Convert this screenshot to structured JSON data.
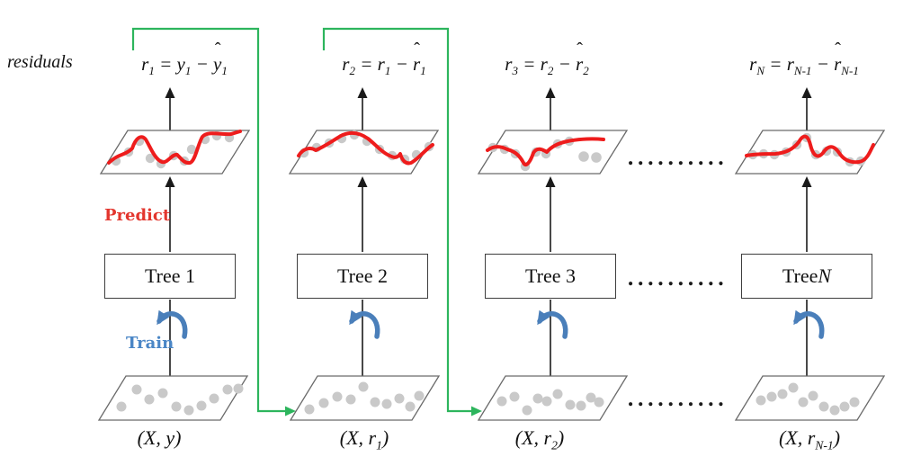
{
  "residuals_label": "residuals",
  "predict_label": "Predict",
  "train_label": "Train",
  "ellipsis": "..........",
  "columns": [
    {
      "formula": [
        {
          "t": "r"
        },
        {
          "t": "1",
          "sub": true
        },
        {
          "t": " = "
        },
        {
          "t": "y"
        },
        {
          "t": "1",
          "sub": true
        },
        {
          "t": " − "
        },
        {
          "t": "y",
          "hat": true
        },
        {
          "t": "1",
          "sub": true
        }
      ],
      "tree": [
        {
          "t": "Tree 1"
        }
      ],
      "dataset": [
        {
          "t": "(X, y)"
        }
      ]
    },
    {
      "formula": [
        {
          "t": "r"
        },
        {
          "t": "2",
          "sub": true
        },
        {
          "t": " = "
        },
        {
          "t": "r"
        },
        {
          "t": "1",
          "sub": true
        },
        {
          "t": " − "
        },
        {
          "t": "r",
          "hat": true
        },
        {
          "t": "1",
          "sub": true
        }
      ],
      "tree": [
        {
          "t": "Tree 2"
        }
      ],
      "dataset": [
        {
          "t": "(X, r"
        },
        {
          "t": "1",
          "sub": true
        },
        {
          "t": ")"
        }
      ]
    },
    {
      "formula": [
        {
          "t": "r"
        },
        {
          "t": "3",
          "sub": true
        },
        {
          "t": " = "
        },
        {
          "t": "r"
        },
        {
          "t": "2",
          "sub": true
        },
        {
          "t": " − "
        },
        {
          "t": "r",
          "hat": true
        },
        {
          "t": "2",
          "sub": true
        }
      ],
      "tree": [
        {
          "t": "Tree 3"
        }
      ],
      "dataset": [
        {
          "t": "(X, r"
        },
        {
          "t": "2",
          "sub": true
        },
        {
          "t": ")"
        }
      ]
    },
    {
      "formula": [
        {
          "t": "r"
        },
        {
          "t": "N",
          "sub": true
        },
        {
          "t": " = "
        },
        {
          "t": "r"
        },
        {
          "t": "N-1",
          "sub": true
        },
        {
          "t": " − "
        },
        {
          "t": "r",
          "hat": true
        },
        {
          "t": "N-1",
          "sub": true
        }
      ],
      "tree": [
        {
          "t": "Tree "
        },
        {
          "t": "N",
          "it": true
        }
      ],
      "dataset": [
        {
          "t": "(X, r"
        },
        {
          "t": "N-1",
          "sub": true
        },
        {
          "t": ")"
        }
      ]
    }
  ],
  "colors": {
    "green": "#2db55d",
    "blue": "#4a7fba",
    "train_blue": "#4a86c6",
    "red": "#ee1c1c",
    "predict_red": "#e3362e",
    "ink": "#1a1a1a",
    "shape": "#6a6a6a",
    "dot": "#c9c9c9",
    "text": "#111111"
  }
}
